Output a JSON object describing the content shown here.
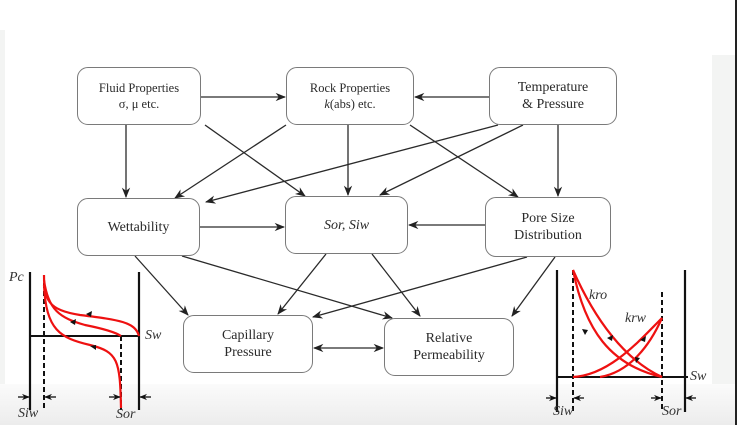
{
  "diagram": {
    "nodes": {
      "fluid": {
        "line1": "Fluid Properties",
        "line2": "σ, μ  etc."
      },
      "rock": {
        "line1": "Rock Properties",
        "line2_italic": "k",
        "line2_rest": "(abs) etc."
      },
      "temp": {
        "line1": "Temperature",
        "line2": "& Pressure"
      },
      "wett": {
        "line1": "Wettability"
      },
      "sor": {
        "line1": "Sor, Siw"
      },
      "pore": {
        "line1": "Pore Size",
        "line2": "Distribution"
      },
      "cap": {
        "line1": "Capillary",
        "line2": "Pressure"
      },
      "relperm": {
        "line1": "Relative",
        "line2": "Permeability"
      }
    },
    "edges": [
      [
        "fluid",
        "rock"
      ],
      [
        "temp",
        "rock"
      ],
      [
        "fluid",
        "wett"
      ],
      [
        "fluid",
        "sor"
      ],
      [
        "rock",
        "wett"
      ],
      [
        "rock",
        "sor"
      ],
      [
        "rock",
        "pore"
      ],
      [
        "temp",
        "wett"
      ],
      [
        "temp",
        "sor"
      ],
      [
        "temp",
        "pore"
      ],
      [
        "wett",
        "sor"
      ],
      [
        "pore",
        "sor"
      ],
      [
        "wett",
        "cap"
      ],
      [
        "wett",
        "relperm"
      ],
      [
        "sor",
        "cap"
      ],
      [
        "sor",
        "relperm"
      ],
      [
        "pore",
        "cap"
      ],
      [
        "pore",
        "relperm"
      ],
      [
        "cap",
        "relperm",
        "both"
      ]
    ]
  },
  "left_plot": {
    "y_label": "Pc",
    "x_label": "Sw",
    "siw_label": "Siw",
    "sor_label": "Sor"
  },
  "right_plot": {
    "kro_label": "kro",
    "krw_label": "krw",
    "x_label": "Sw",
    "siw_label": "Siw",
    "sor_label": "Sor"
  },
  "colors": {
    "curve": "#ee1111",
    "line": "#1a1a1a",
    "box_border": "#7a7a7a"
  }
}
